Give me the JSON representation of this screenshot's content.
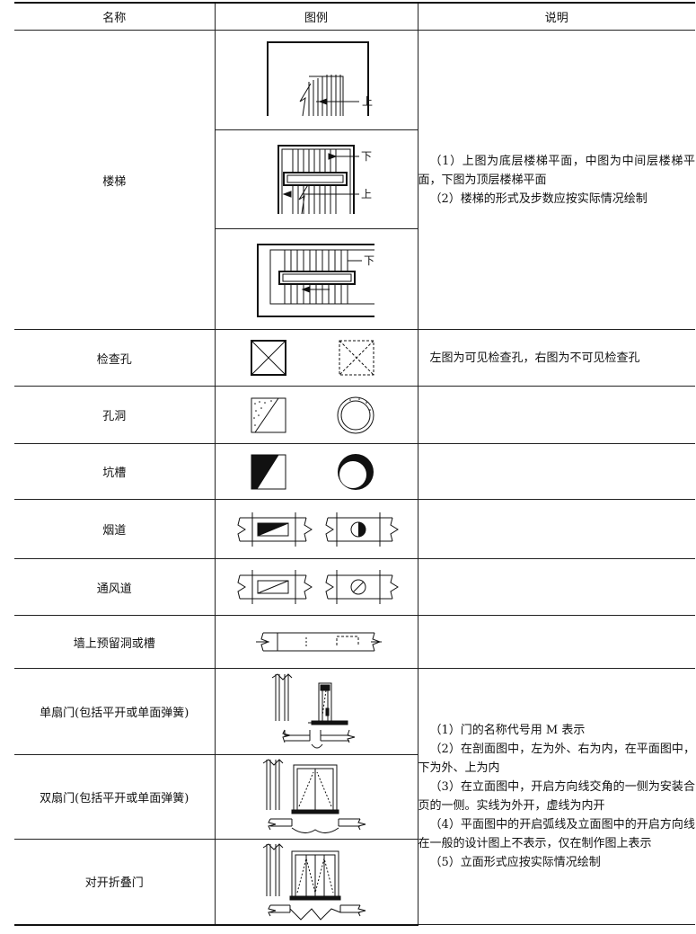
{
  "headers": {
    "name": "名称",
    "legend": "图例",
    "desc": "说明"
  },
  "rows": {
    "stairs": {
      "name": "楼梯",
      "label_up": "上",
      "label_down": "下",
      "desc": [
        "（1）上图为底层楼梯平面，中图为中间层楼梯平面，下图为顶层楼梯平面",
        "（2）楼梯的形式及步数应按实际情况绘制"
      ]
    },
    "inspection": {
      "name": "检查孔",
      "desc": [
        "左图为可见检查孔，右图为不可见检查孔"
      ]
    },
    "hole": {
      "name": "孔洞"
    },
    "pit": {
      "name": "坑槽"
    },
    "flue": {
      "name": "烟道"
    },
    "vent": {
      "name": "通风道"
    },
    "wall_slot": {
      "name": "墙上预留洞或槽"
    },
    "single_door": {
      "name": "单扇门(包括平开或单面弹簧)"
    },
    "double_door": {
      "name": "双扇门(包括平开或单面弹簧)"
    },
    "folding_door": {
      "name": "对开折叠门"
    },
    "door_notes": [
      "（1）门的名称代号用 M 表示",
      "（2）在剖面图中，左为外、右为内，在平面图中，下为外、上为内",
      "（3）在立面图中，开启方向线交角的一侧为安装合页的一侧。实线为外开，虚线为内开",
      "（4）平面图中的开启弧线及立面图中的开启方向线在一般的设计图上不表示，仅在制作图上表示",
      "（5）立面形式应按实际情况绘制"
    ]
  }
}
